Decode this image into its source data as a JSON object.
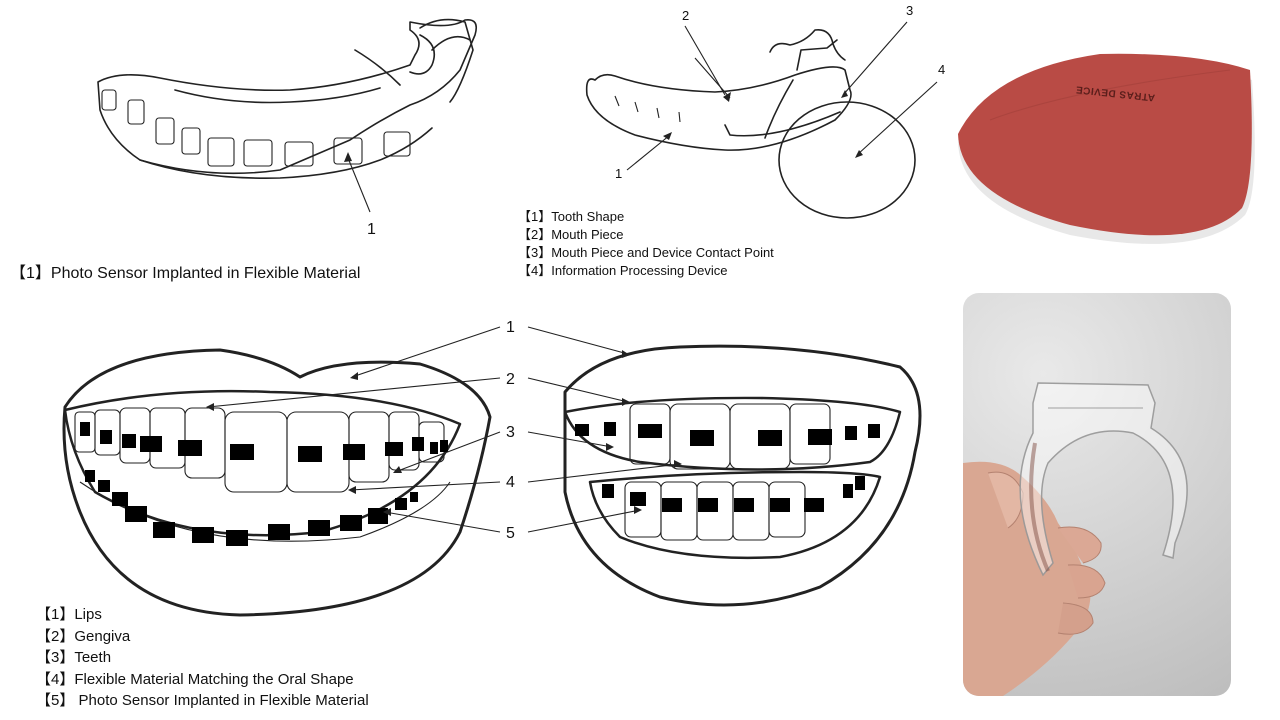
{
  "fig1": {
    "marker": "1",
    "caption": "【1】Photo Sensor Implanted in Flexible Material"
  },
  "fig2": {
    "markers": [
      "1",
      "2",
      "3",
      "4"
    ],
    "legend": [
      "【1】Tooth Shape",
      "【2】Mouth Piece",
      "【3】Mouth Piece and Device Contact Point",
      "【4】Information Processing Device"
    ]
  },
  "device": {
    "label": "ATRAS DEVICE",
    "color": "#b94b45"
  },
  "fig3": {
    "markers": [
      "1",
      "2",
      "3",
      "4",
      "5"
    ],
    "legend": [
      "【1】Lips",
      "【2】Gengiva",
      "【3】Teeth",
      "【4】Flexible Material Matching the Oral Shape",
      "【5】 Photo Sensor Implanted in Flexible Material"
    ]
  }
}
